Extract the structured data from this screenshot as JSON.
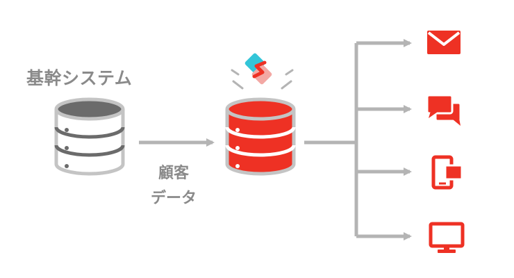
{
  "source": {
    "label": "基幹システム",
    "color": "#8a8a8a"
  },
  "flow_label": {
    "lines": [
      "顧客",
      "データ"
    ]
  },
  "hub": {
    "logo_name": "s-logo-icon",
    "color": "#ee3124",
    "logo_colors": [
      "#33c5d8",
      "#f3a8a4",
      "#ee3124"
    ]
  },
  "outputs": [
    {
      "icon": "mail-icon"
    },
    {
      "icon": "chat-icon"
    },
    {
      "icon": "mobile-app-icon"
    },
    {
      "icon": "desktop-icon"
    }
  ],
  "colors": {
    "connector": "#b4b4b4",
    "icon": "#ee3124"
  }
}
